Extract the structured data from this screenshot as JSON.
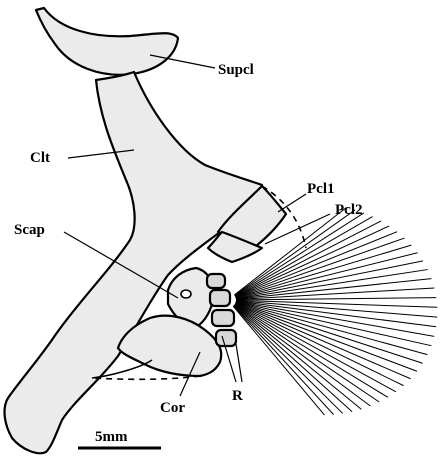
{
  "labels": {
    "supcl": "Supcl",
    "clt": "Clt",
    "pcl1": "Pcl1",
    "pcl2": "Pcl2",
    "scap": "Scap",
    "cor": "Cor",
    "r": "R"
  },
  "scale_bar": {
    "label": "5mm"
  },
  "colors": {
    "ink": "#000000",
    "bone_fill": "#ebebeb",
    "background": "#ffffff"
  }
}
